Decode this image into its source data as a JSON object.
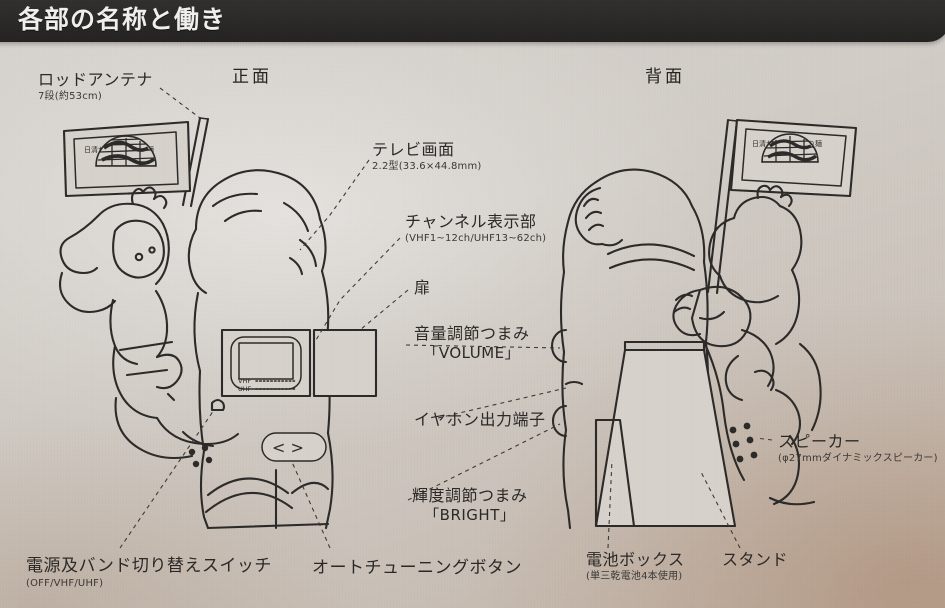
{
  "header": {
    "title": "各部の名称と働き"
  },
  "views": {
    "front": "正面",
    "back": "背面"
  },
  "labels": {
    "rod_antenna": {
      "main": "ロッドアンテナ",
      "sub": "7段(約53cm)"
    },
    "tv_screen": {
      "main": "テレビ画面",
      "sub": "2.2型(33.6×44.8mm)"
    },
    "channel_display": {
      "main": "チャンネル表示部",
      "sub": "(VHF1~12ch/UHF13~62ch)"
    },
    "door": {
      "main": "扉",
      "sub": ""
    },
    "volume_knob": {
      "main": "音量調節つまみ",
      "sub2": "「VOLUME」"
    },
    "earphone_jack": {
      "main": "イヤホン出力端子",
      "sub": ""
    },
    "bright_knob": {
      "main": "輝度調節つまみ",
      "sub2": "「BRIGHT」"
    },
    "power_band_switch": {
      "main": "電源及バンド切り替えスイッチ",
      "sub": "(OFF/VHF/UHF)"
    },
    "auto_tuning": {
      "main": "オートチューニングボタン",
      "sub": ""
    },
    "battery_box": {
      "main": "電池ボックス",
      "sub": "(単三乾電池4本使用)"
    },
    "stand": {
      "main": "スタンド",
      "sub": ""
    },
    "speaker": {
      "main": "スピーカー",
      "sub": "(φ27mmダイナミックスピーカー)"
    }
  },
  "artwork": {
    "flag_text": "日清だけのしっかり麺",
    "screen_band_vhf": "VHF",
    "screen_band_uhf": "UHF",
    "tuning_button_glyph": "< >"
  },
  "colors": {
    "header_bg": "#2b2927",
    "header_text": "#f2f0ee",
    "paper": "#d2cdc7",
    "ink": "#2a2826"
  }
}
